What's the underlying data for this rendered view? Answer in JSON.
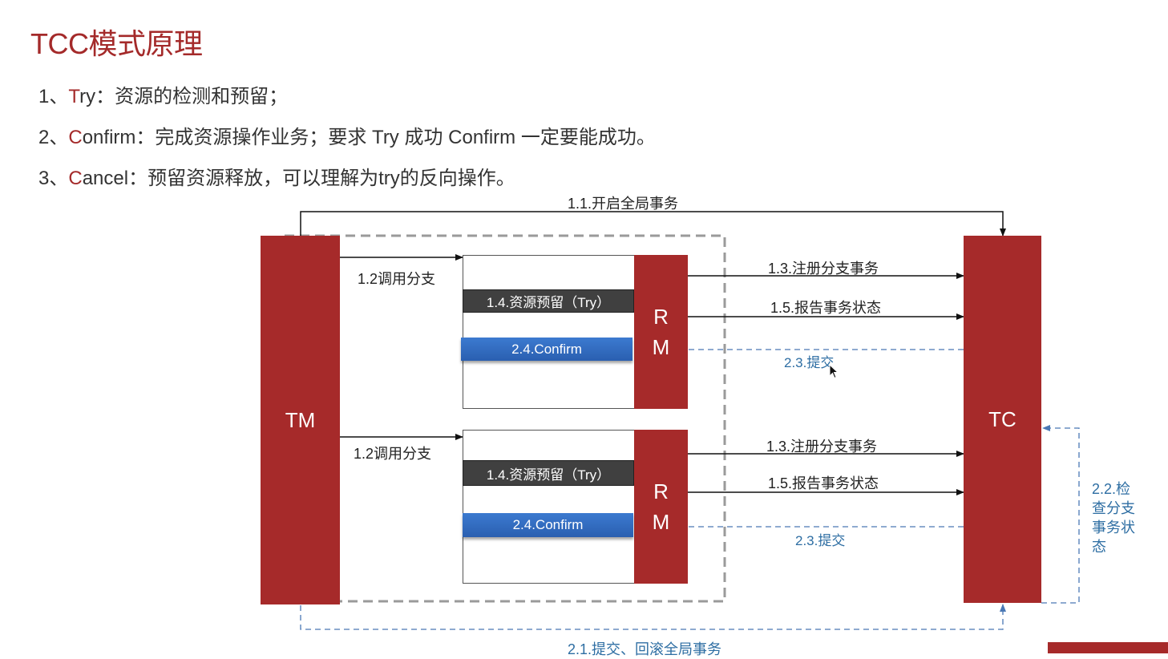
{
  "title": "TCC模式原理",
  "points": [
    {
      "num": "1、",
      "hl": "T",
      "rest": "ry：资源的检测和预留；"
    },
    {
      "num": "2、",
      "hl": "C",
      "rest": "onfirm：完成资源操作业务；要求 Try 成功 Confirm 一定要能成功。"
    },
    {
      "num": "3、",
      "hl": "C",
      "rest": "ancel：预留资源释放，可以理解为try的反向操作。"
    }
  ],
  "diagram": {
    "tm": "TM",
    "tc": "TC",
    "rm_r": "R",
    "rm_m": "M",
    "begin_global": "1.1.开启全局事务",
    "call_branch": "1.2调用分支",
    "register_branch": "1.3.注册分支事务",
    "report_status": "1.5.报告事务状态",
    "reserve_try": "1.4.资源预留（Try）",
    "confirm": "2.4.Confirm",
    "commit": "2.3.提交",
    "check_branch": "2.2.检查分支事务状态",
    "commit_rollback": "2.1.提交、回滚全局事务"
  },
  "colors": {
    "accent": "#a62a2a",
    "arrow_blue": "#4a78b5",
    "confirm_blue": "#2f68bf",
    "try_dark": "#404040"
  }
}
